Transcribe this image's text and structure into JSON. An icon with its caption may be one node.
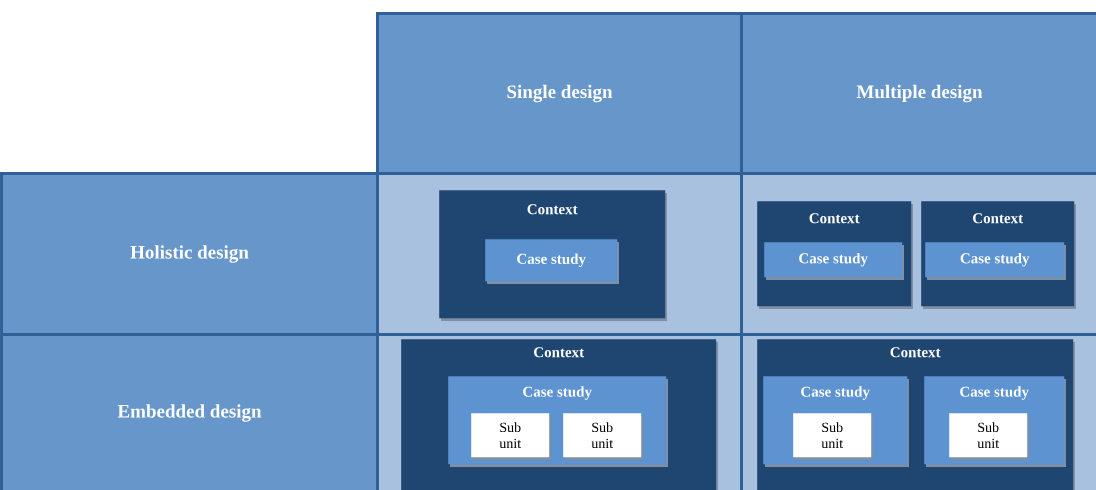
{
  "diagram": {
    "nodes": [
      {
        "text": [
          "Single design"
        ]
      },
      {
        "text": [
          "Multiple design"
        ]
      },
      {
        "text": [
          "Holistic design"
        ]
      },
      {
        "text": [],
        "shape": "box"
      },
      {
        "text": [
          "Context"
        ],
        "in": 3
      },
      {
        "text": [
          "Case study"
        ],
        "in": 4
      },
      {
        "text": [],
        "shape": "box"
      },
      {
        "text": [
          "Context"
        ],
        "in": 6
      },
      {
        "text": [
          "Case study"
        ],
        "in": 7
      },
      {
        "text": [
          "Context"
        ],
        "in": 6
      },
      {
        "text": [
          "Case study"
        ],
        "in": 9
      },
      {
        "text": [
          "Embedded design"
        ]
      },
      {
        "text": [],
        "shape": "box"
      },
      {
        "text": [
          "Context"
        ],
        "in": 12
      },
      {
        "text": [
          "Case study"
        ],
        "in": 13
      },
      {
        "text": [
          "Sub unit"
        ],
        "in": 14
      },
      {
        "text": [
          "Sub unit"
        ],
        "in": 14
      },
      {
        "text": [],
        "shape": "box"
      },
      {
        "text": [
          "Context"
        ],
        "in": 17
      },
      {
        "text": [
          "Case study"
        ],
        "in": 18
      },
      {
        "text": [
          "Sub unit"
        ],
        "in": 19
      },
      {
        "text": [
          "Case study"
        ],
        "in": 18
      },
      {
        "text": [
          "Sub unit"
        ],
        "in": 21
      }
    ]
  }
}
